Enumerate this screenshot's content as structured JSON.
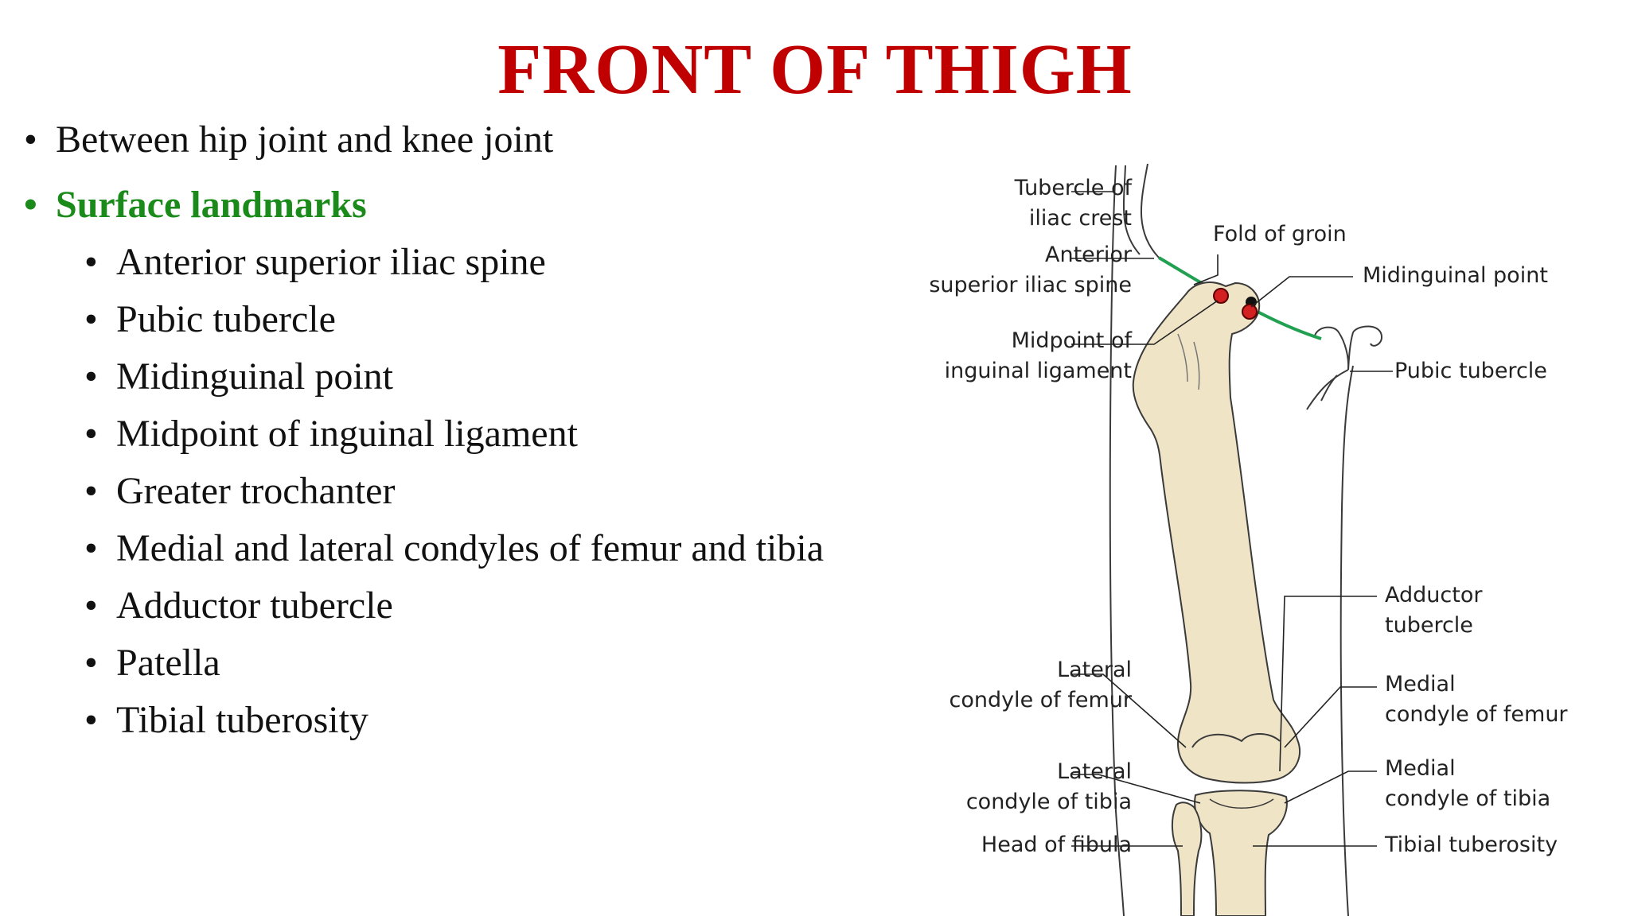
{
  "title": "FRONT OF THIGH",
  "bullets": {
    "item1": "Between hip joint and knee joint",
    "heading": "Surface landmarks",
    "sub": [
      "Anterior superior iliac spine",
      "Pubic tubercle",
      "Midinguinal point",
      "Midpoint of inguinal ligament",
      "Greater trochanter",
      "Medial and lateral condyles of femur and tibia",
      "Adductor tubercle",
      "Patella",
      "Tibial tuberosity"
    ]
  },
  "diagram": {
    "labels": {
      "tubercle_iliac_1": "Tubercle of",
      "tubercle_iliac_2": "iliac crest",
      "asis_1": "Anterior",
      "asis_2": "superior iliac spine",
      "fold_groin": "Fold of groin",
      "midinguinal": "Midinguinal point",
      "midpoint_1": "Midpoint of",
      "midpoint_2": "inguinal ligament",
      "pubic_tubercle": "Pubic tubercle",
      "adductor_1": "Adductor",
      "adductor_2": "tubercle",
      "lat_femur_1": "Lateral",
      "lat_femur_2": "condyle of femur",
      "med_femur_1": "Medial",
      "med_femur_2": "condyle of femur",
      "lat_tibia_1": "Lateral",
      "lat_tibia_2": "condyle of tibia",
      "med_tibia_1": "Medial",
      "med_tibia_2": "condyle of tibia",
      "head_fibula": "Head of fibula",
      "tibial_tuberosity": "Tibial tuberosity"
    }
  },
  "colors": {
    "title": "#c00000",
    "heading": "#1a8a1a",
    "bone": "#efe4c6",
    "bone_outline": "#3a3a3a",
    "groin_line": "#20a050",
    "point": "#d32020"
  }
}
